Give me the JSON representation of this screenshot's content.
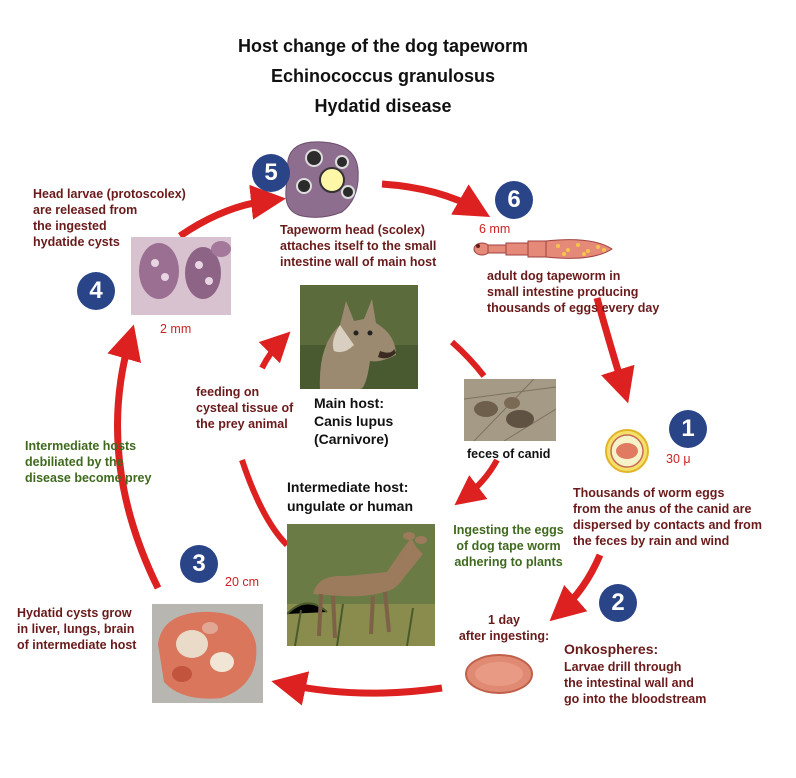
{
  "title": {
    "line1": "Host change of the dog tapeworm",
    "line2": "Echinococcus granulosus",
    "line3": "Hydatid disease"
  },
  "steps": {
    "s1": {
      "number": "1",
      "size": "30 μ",
      "text": "Thousands of worm eggs\nfrom the anus of the canid are\ndispersed by contacts and from\nthe feces by rain and wind"
    },
    "s2": {
      "number": "2",
      "heading": "Onkospheres:",
      "text": "Larvae drill through\nthe intestinal wall and\ngo into the bloodstream",
      "day": "1 day\nafter ingesting:"
    },
    "s3": {
      "number": "3",
      "size": "20 cm",
      "text": "Hydatid cysts grow\nin liver, lungs, brain\nof intermediate host"
    },
    "s4": {
      "number": "4",
      "size": "2 mm",
      "text": "Head larvae (protoscolex)\nare released from\nthe ingested\nhydatide cysts"
    },
    "s5": {
      "number": "5",
      "text": "Tapeworm head (scolex)\nattaches itself to the small\nintestine wall of main host"
    },
    "s6": {
      "number": "6",
      "size": "6 mm",
      "text": "adult dog tapeworm in\nsmall  intestine  producing\nthousands of eggs every day"
    }
  },
  "center": {
    "main_host": "Main host:\nCanis lupus\n(Carnivore)",
    "feeding": "feeding on\ncysteal tissue of\nthe prey animal",
    "feces": "feces of canid",
    "intermediate_host": "Intermediate host:\nungulate or human",
    "ingesting": "Ingesting the eggs\nof dog tape worm\nadhering to plants",
    "debilitated": "Intermediate hosts\ndebiliated  by  the\ndisease become prey"
  },
  "colors": {
    "arrow": "#dd2020",
    "number_badge": "#2a4488",
    "text_brown": "#6a1a1a",
    "text_green": "#3f6a1e",
    "size_red": "#cc2222"
  }
}
